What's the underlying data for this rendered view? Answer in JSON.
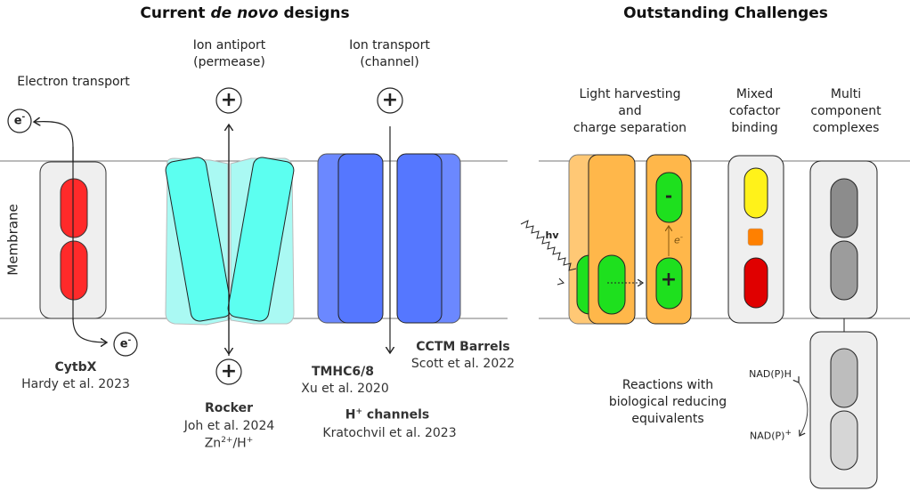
{
  "titles": {
    "left_pre": "Current ",
    "left_em": "de novo",
    "left_post": " designs",
    "right": "Outstanding Challenges"
  },
  "membrane_label": "Membrane",
  "current_designs": {
    "electron_transport": {
      "label": "Electron transport",
      "name": "CytbX",
      "ref": "Hardy et al. 2023",
      "carrier": "e",
      "carrier_charge": "-"
    },
    "ion_antiport": {
      "label_line1": "Ion antiport",
      "label_line2": "(permease)",
      "name": "Rocker",
      "ref": "Joh et al. 2024",
      "ions": "Zn",
      "ion_charge1": "2+",
      "ion_sep": "/H",
      "ion_charge2": "+",
      "ion_symbol": "+"
    },
    "ion_transport": {
      "label_line1": "Ion transport",
      "label_line2": "(channel)",
      "ion_symbol": "+"
    },
    "tmhc": {
      "name": "TMHC6/8",
      "ref": "Xu et al. 2020"
    },
    "cctm": {
      "name": "CCTM Barrels",
      "ref": "Scott et al. 2022"
    },
    "h_channels": {
      "name_pre": "H",
      "name_sup": "+",
      "name_post": " channels",
      "ref": "Kratochvil et al. 2023"
    }
  },
  "challenges": {
    "light": {
      "line1": "Light harvesting",
      "line2": "and",
      "line3": "charge separation",
      "photon": "hv",
      "electron": "e",
      "electron_charge": "-",
      "minus": "-",
      "plus": "+"
    },
    "mixed": {
      "line1": "Mixed",
      "line2": "cofactor",
      "line3": "binding"
    },
    "multi": {
      "line1": "Multi",
      "line2": "component",
      "line3": "complexes"
    },
    "reducing": {
      "line1": "Reactions with",
      "line2": "biological reducing",
      "line3": "equivalents",
      "nadph": "NAD(P)H",
      "nadp_pre": "NAD(P)",
      "nadp_sup": "+"
    }
  },
  "colors": {
    "red": "#ff2a2a",
    "cyan": "#5cfff0",
    "cyan_light": "#aaf9f3",
    "blue": "#5577ff",
    "blue_light": "#6b88ff",
    "orange": "#ffb74a",
    "orange_light": "#ffc875",
    "green": "#1ee01e",
    "yellow": "#fff21a",
    "cofactor_orange": "#ff8000",
    "dark_red": "#e00000",
    "gray_dark": "#8c8c8c",
    "gray_mid": "#9c9c9c",
    "gray_light1": "#bdbdbd",
    "gray_light2": "#d6d6d6",
    "box": "#efefef"
  }
}
